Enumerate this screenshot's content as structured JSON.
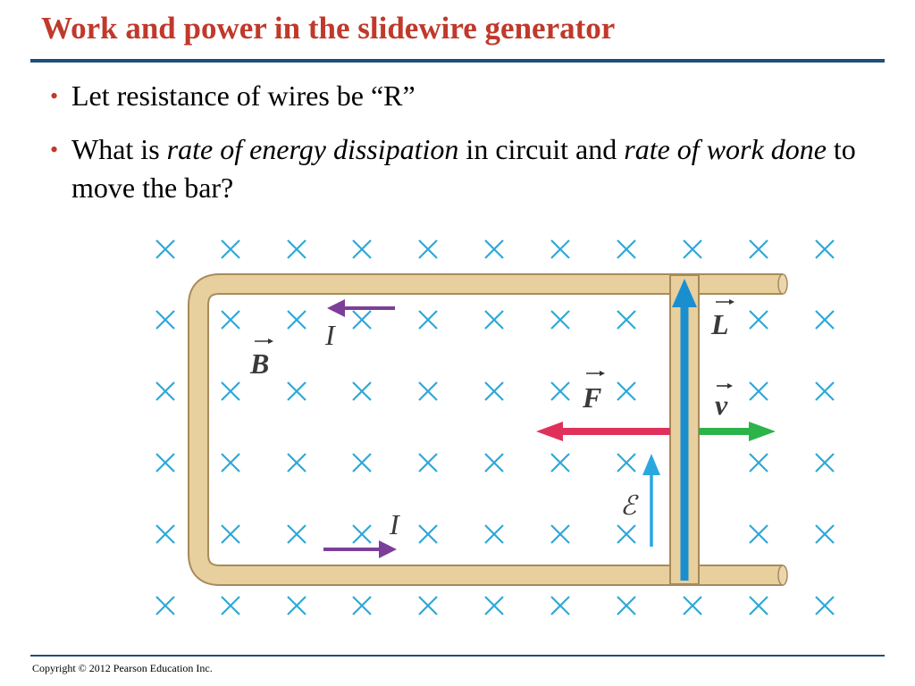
{
  "slide": {
    "title": "Work and power in the slidewire generator",
    "bullets": [
      {
        "text": "Let resistance of wires be “R”"
      },
      {
        "parts": [
          {
            "text": "What is ",
            "italic": false
          },
          {
            "text": "rate of energy dissipation",
            "italic": true
          },
          {
            "text": " in circuit and ",
            "italic": false
          },
          {
            "text": "rate of work done",
            "italic": true
          },
          {
            "text": " to move the bar?",
            "italic": false
          }
        ]
      }
    ],
    "footer": "Copyright © 2012 Pearson Education Inc."
  },
  "diagram": {
    "labels": {
      "magnetic_field": "B",
      "current_top": "I",
      "current_bottom": "I",
      "length": "L",
      "force": "F",
      "velocity": "v",
      "emf": "ℰ"
    },
    "colors": {
      "title": "#c0392b",
      "rule": "#1f4e79",
      "field_marker": "#2ea8d8",
      "rail": "#e8cf9e",
      "rail_edge": "#a88a5a",
      "current_arrow": "#7b3f99",
      "length_arrow": "#1a8fd0",
      "force_arrow": "#e0315a",
      "velocity_arrow": "#2cb34a",
      "emf_arrow": "#29a8e0"
    },
    "field_marker_symbol": "×"
  }
}
